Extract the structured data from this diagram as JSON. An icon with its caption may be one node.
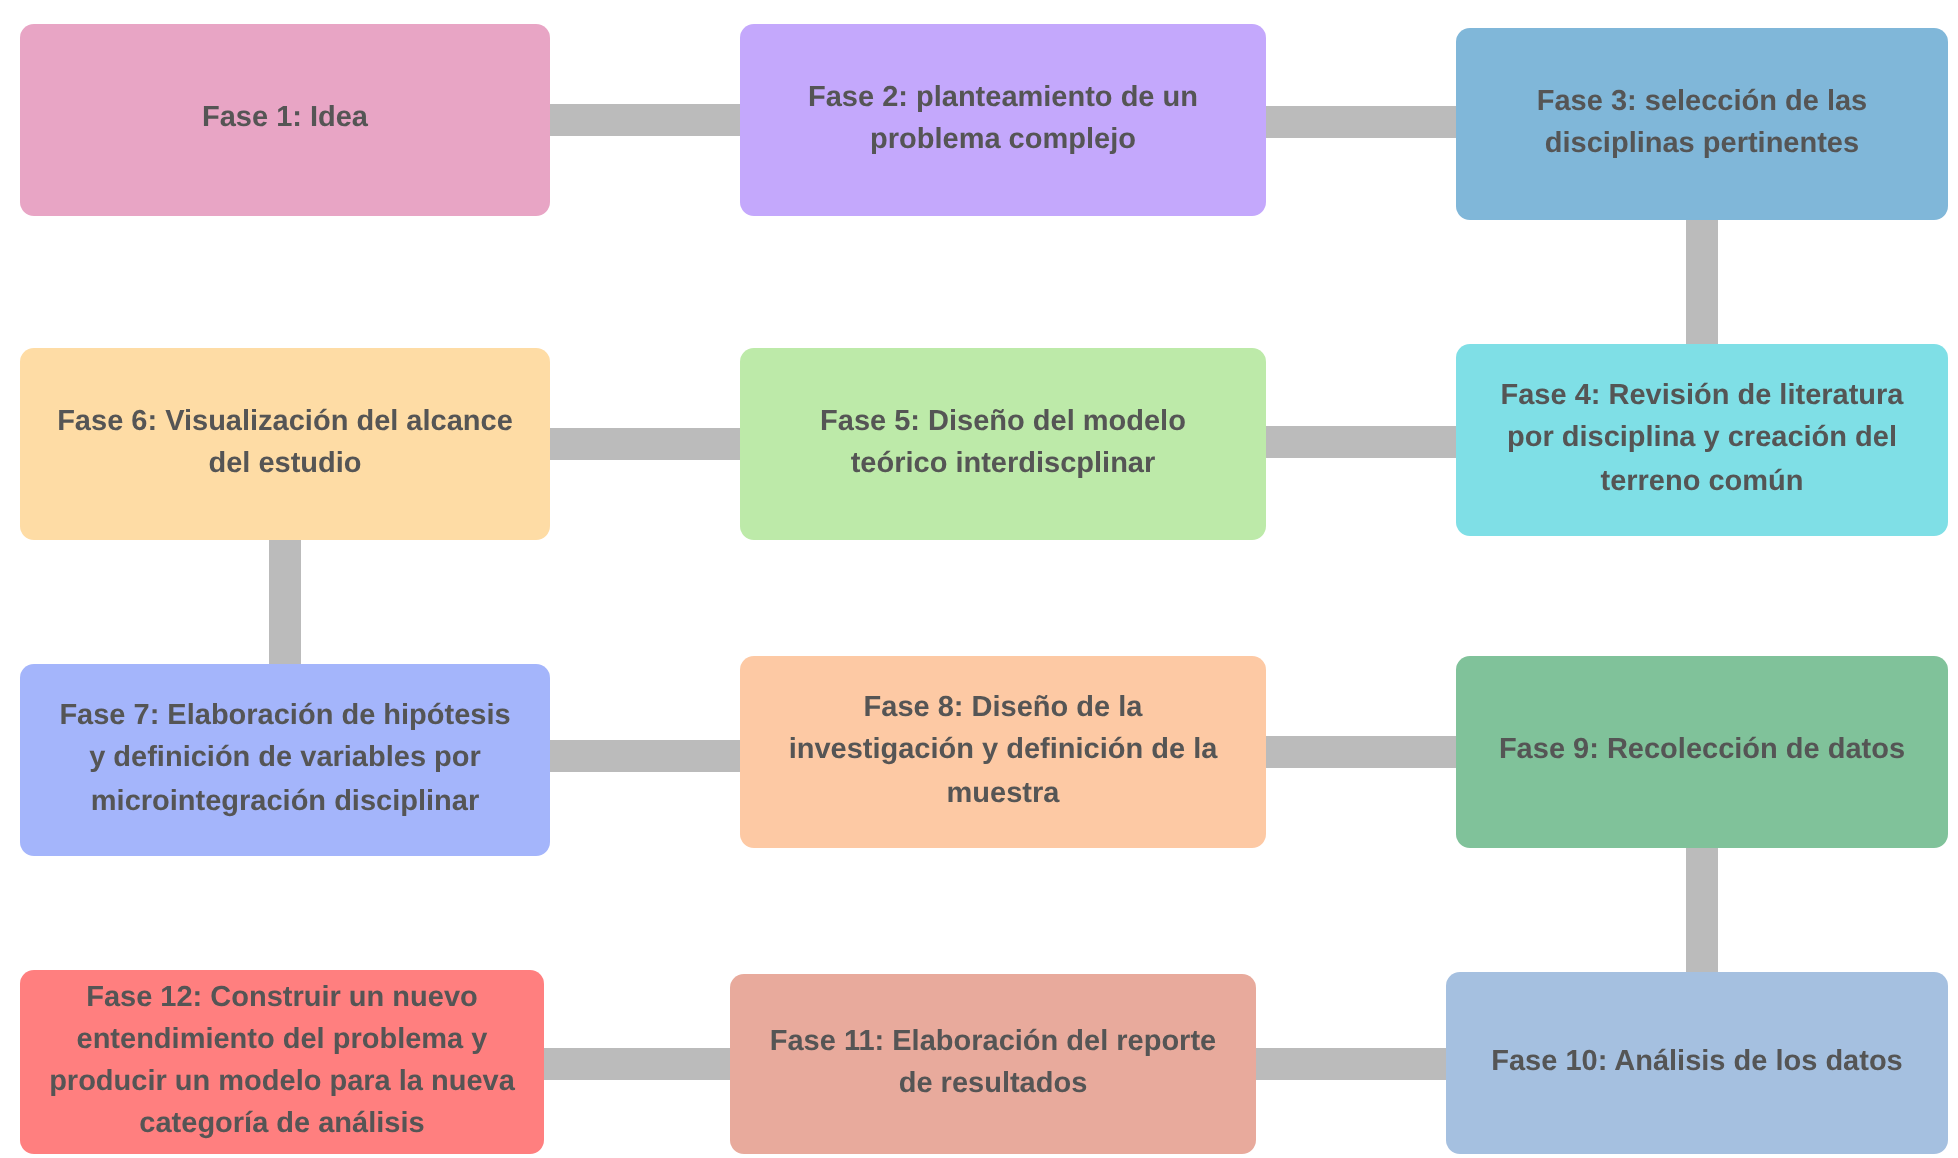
{
  "diagram": {
    "nodes": [
      {
        "text": [
          "Fase 1: Idea"
        ]
      },
      {
        "text": [
          "Fase 2: planteamiento de un problema complejo"
        ]
      },
      {
        "text": [
          "Fase 3: selección de las disciplinas pertinentes"
        ]
      },
      {
        "text": [
          "Fase 4: Revisión de literatura por disciplina y creación del terreno común"
        ]
      },
      {
        "text": [
          "Fase 5: Diseño del modelo teórico interdiscplinar"
        ]
      },
      {
        "text": [
          "Fase 6: Visualización del alcance del estudio"
        ]
      },
      {
        "text": [
          "Fase 7: Elaboración de hipótesis y definición de variables por microintegración disciplinar"
        ]
      },
      {
        "text": [
          "Fase 8: Diseño de la investigación y definición de la muestra"
        ]
      },
      {
        "text": [
          "Fase 9: Recolección de datos"
        ]
      },
      {
        "text": [
          "Fase 10: Análisis de los datos"
        ]
      },
      {
        "text": [
          "Fase 11: Elaboración del reporte de resultados"
        ]
      },
      {
        "text": [
          "Fase 12: Construir un nuevo entendimiento del problema y producir un modelo para la nueva categoría de análisis"
        ]
      }
    ],
    "edges": [
      {
        "from": 0,
        "to": 1,
        "arrow": "none"
      },
      {
        "from": 1,
        "to": 2,
        "arrow": "none"
      },
      {
        "from": 2,
        "to": 3,
        "arrow": "none"
      },
      {
        "from": 3,
        "to": 4,
        "arrow": "none"
      },
      {
        "from": 4,
        "to": 5,
        "arrow": "none"
      },
      {
        "from": 5,
        "to": 6,
        "arrow": "none"
      },
      {
        "from": 6,
        "to": 7,
        "arrow": "none"
      },
      {
        "from": 7,
        "to": 8,
        "arrow": "none"
      },
      {
        "from": 8,
        "to": 9,
        "arrow": "none"
      },
      {
        "from": 9,
        "to": 10,
        "arrow": "none"
      },
      {
        "from": 10,
        "to": 11,
        "arrow": "none"
      }
    ]
  }
}
